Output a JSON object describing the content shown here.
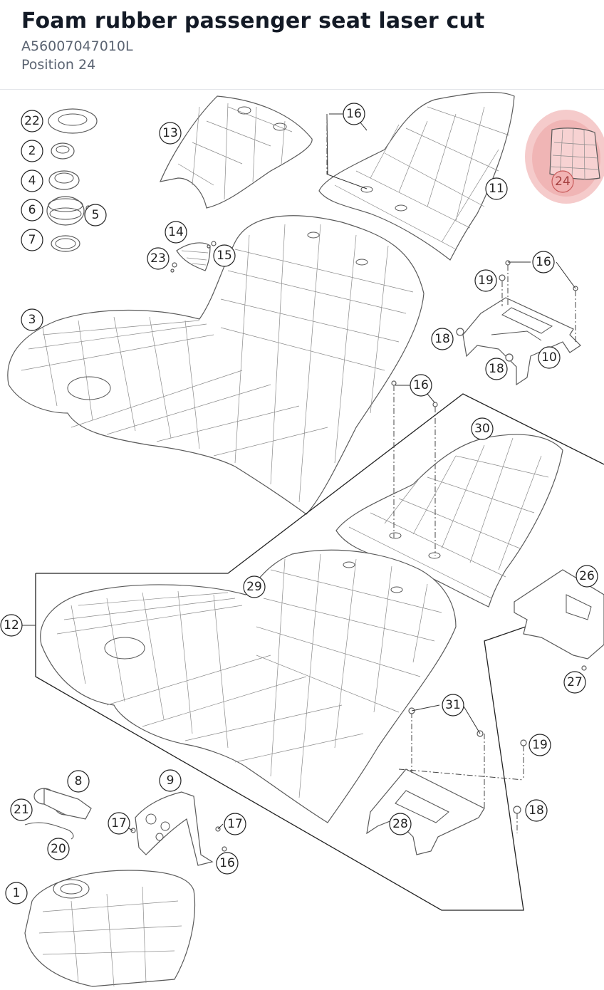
{
  "header": {
    "title": "Foam rubber passenger seat laser cut",
    "part_number": "A56007047010L",
    "position": "Position 24"
  },
  "highlight": {
    "position": "24",
    "color": "#e88b8b"
  },
  "callouts": {
    "c22": "22",
    "c2": "2",
    "c4": "4",
    "c6": "6",
    "c5": "5",
    "c7": "7",
    "c13": "13",
    "c16a": "16",
    "c11": "11",
    "c24": "24",
    "c14": "14",
    "c23": "23",
    "c15": "15",
    "c3": "3",
    "c19a": "19",
    "c16b": "16",
    "c18a": "18",
    "c18b": "18",
    "c10": "10",
    "c16c": "16",
    "c30": "30",
    "c29": "29",
    "c12": "12",
    "c26": "26",
    "c27": "27",
    "c31": "31",
    "c19b": "19",
    "c18c": "18",
    "c28": "28",
    "c8": "8",
    "c9": "9",
    "c21": "21",
    "c20": "20",
    "c17a": "17",
    "c17b": "17",
    "c16d": "16",
    "c1": "1"
  }
}
